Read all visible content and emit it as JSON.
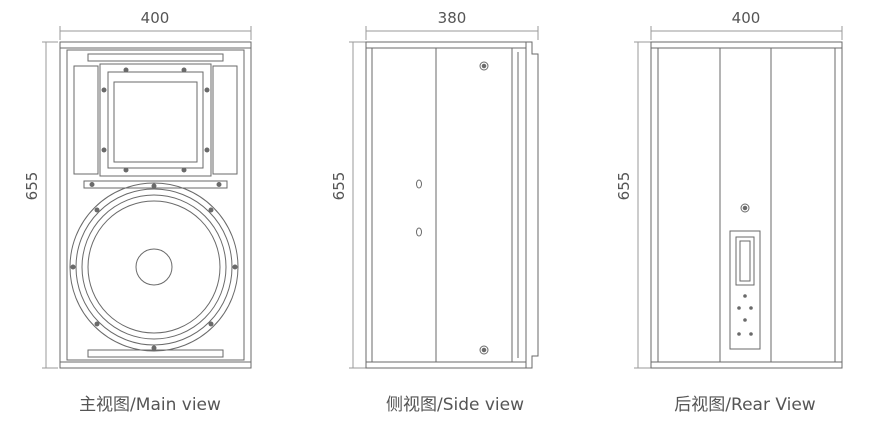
{
  "views": {
    "main": {
      "caption": "主视图/Main view",
      "width_label": "400",
      "height_label": "655"
    },
    "side": {
      "caption": "侧视图/Side view",
      "width_label": "380",
      "height_label": "655"
    },
    "rear": {
      "caption": "后视图/Rear View",
      "width_label": "400",
      "height_label": "655"
    }
  },
  "colors": {
    "line": "#6a6a6a",
    "dim_line": "#9a9a9a",
    "text": "#555555"
  }
}
